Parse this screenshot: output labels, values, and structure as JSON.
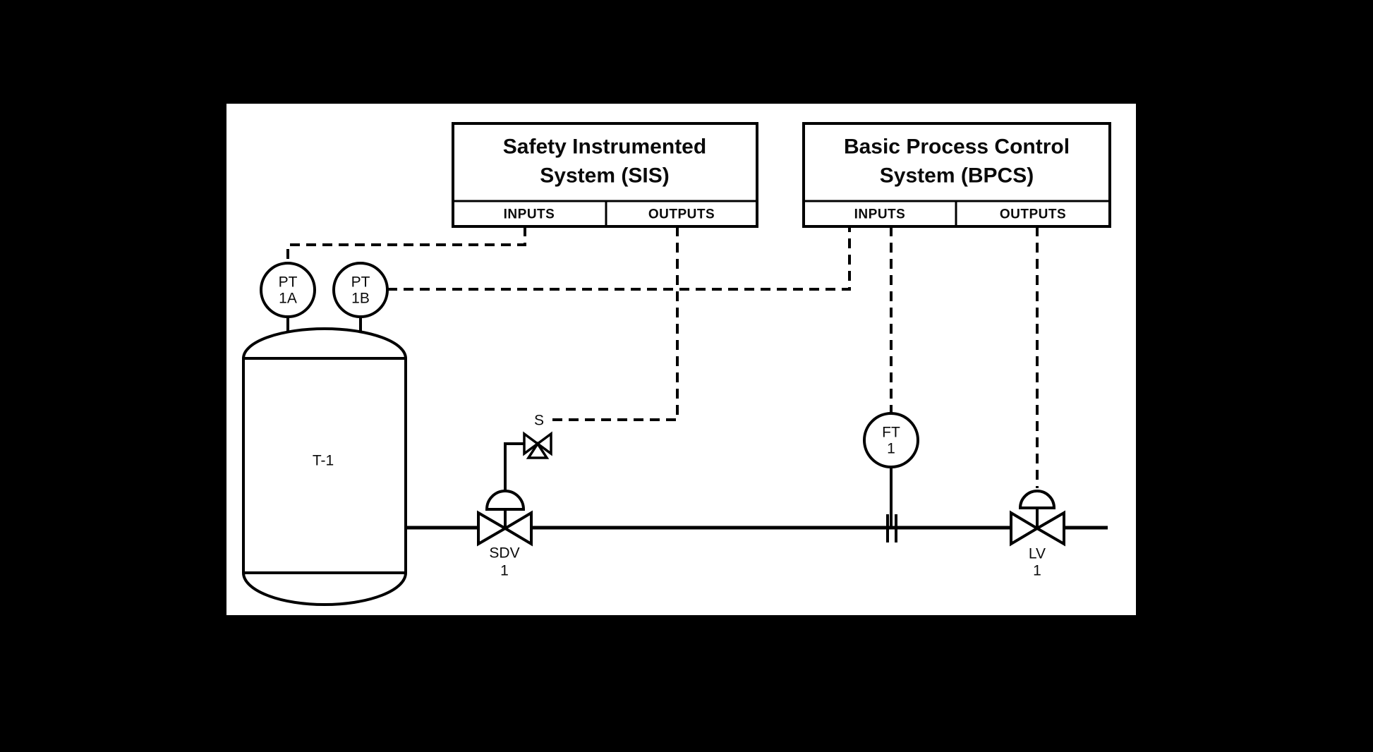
{
  "diagram": {
    "background_color": "#000000",
    "canvas_color": "#ffffff",
    "line_color": "#000000",
    "text_color": "#0a0a0a"
  },
  "sis": {
    "title_line1": "Safety Instrumented",
    "title_line2": "System (SIS)",
    "inputs_label": "INPUTS",
    "outputs_label": "OUTPUTS"
  },
  "bpcs": {
    "title_line1": "Basic Process Control",
    "title_line2": "System (BPCS)",
    "inputs_label": "INPUTS",
    "outputs_label": "OUTPUTS"
  },
  "equipment": {
    "tank_label": "T-1"
  },
  "instruments": {
    "pt1a": {
      "line1": "PT",
      "line2": "1A"
    },
    "pt1b": {
      "line1": "PT",
      "line2": "1B"
    },
    "ft1": {
      "line1": "FT",
      "line2": "1"
    }
  },
  "valves": {
    "sdv1": {
      "line1": "SDV",
      "line2": "1"
    },
    "lv1": {
      "line1": "LV",
      "line2": "1"
    },
    "solenoid_label": "S"
  }
}
